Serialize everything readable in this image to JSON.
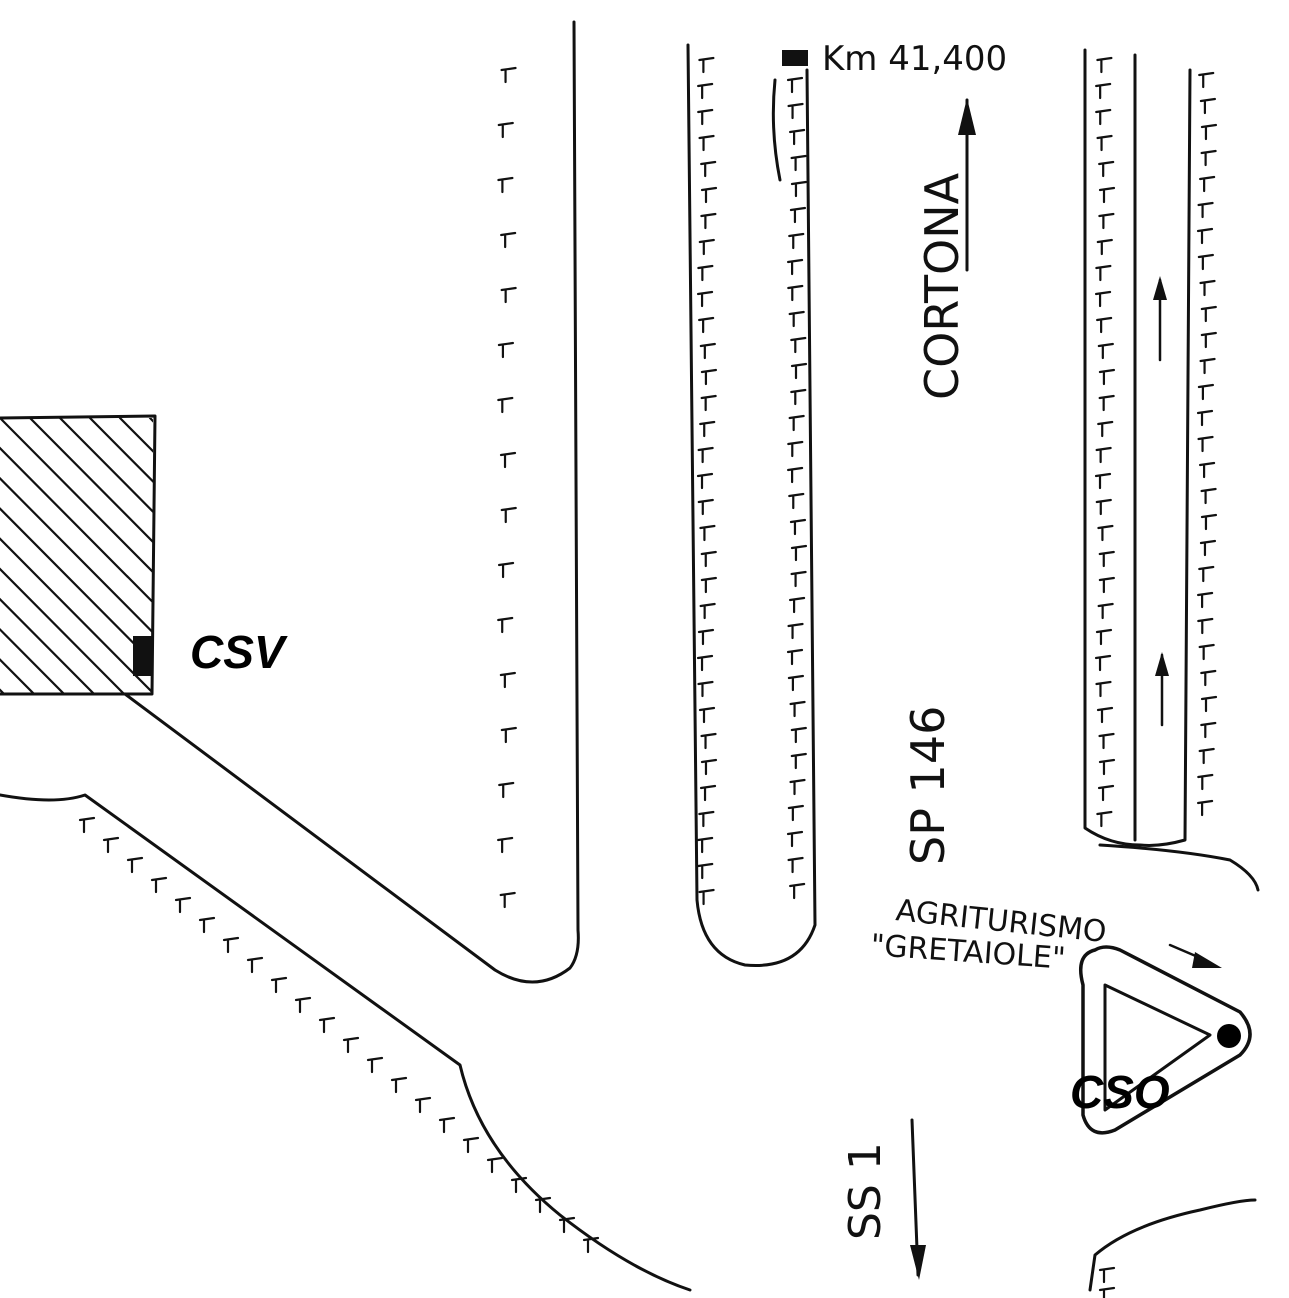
{
  "labels": {
    "csv": "CSV",
    "cso": "CSO",
    "km": "Km 41,400",
    "cortona": "CORTONA",
    "sp146": "SP 146",
    "ss1": "SS 1",
    "agriturismo_line1": "AGRITURISMO",
    "agriturismo_line2": "\"GRETAIOLE\""
  },
  "colors": {
    "ink": "#111111",
    "background": "#ffffff"
  },
  "markers": {
    "csv": "square-marker",
    "km": "square-marker",
    "cso": "dot-marker"
  }
}
